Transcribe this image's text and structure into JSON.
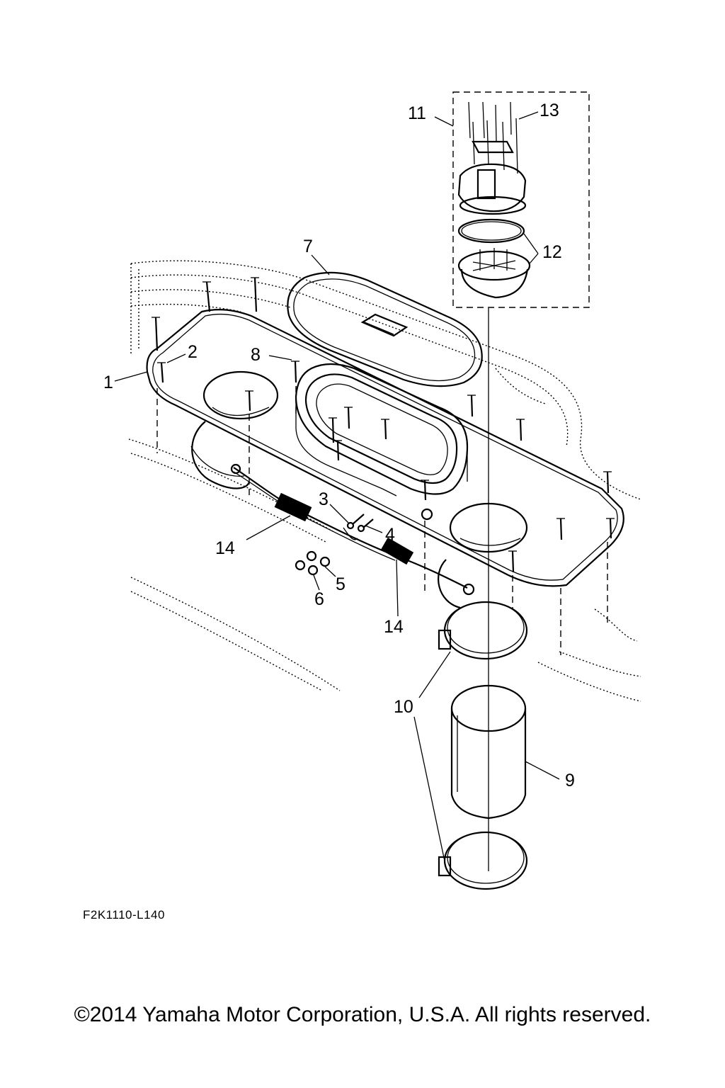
{
  "diagram": {
    "callouts": [
      {
        "id": "c1",
        "text": "1"
      },
      {
        "id": "c2",
        "text": "2"
      },
      {
        "id": "c3",
        "text": "3"
      },
      {
        "id": "c4",
        "text": "4"
      },
      {
        "id": "c5",
        "text": "5"
      },
      {
        "id": "c6",
        "text": "6"
      },
      {
        "id": "c7",
        "text": "7"
      },
      {
        "id": "c8",
        "text": "8"
      },
      {
        "id": "c9",
        "text": "9"
      },
      {
        "id": "c10a",
        "text": "10"
      },
      {
        "id": "c11",
        "text": "11"
      },
      {
        "id": "c12",
        "text": "12"
      },
      {
        "id": "c13",
        "text": "13"
      },
      {
        "id": "c14a",
        "text": "14"
      },
      {
        "id": "c14b",
        "text": "14"
      }
    ],
    "diagram_code": "F2K1110-L140",
    "copyright": "©2014 Yamaha Motor Corporation, U.S.A. All rights reserved."
  }
}
